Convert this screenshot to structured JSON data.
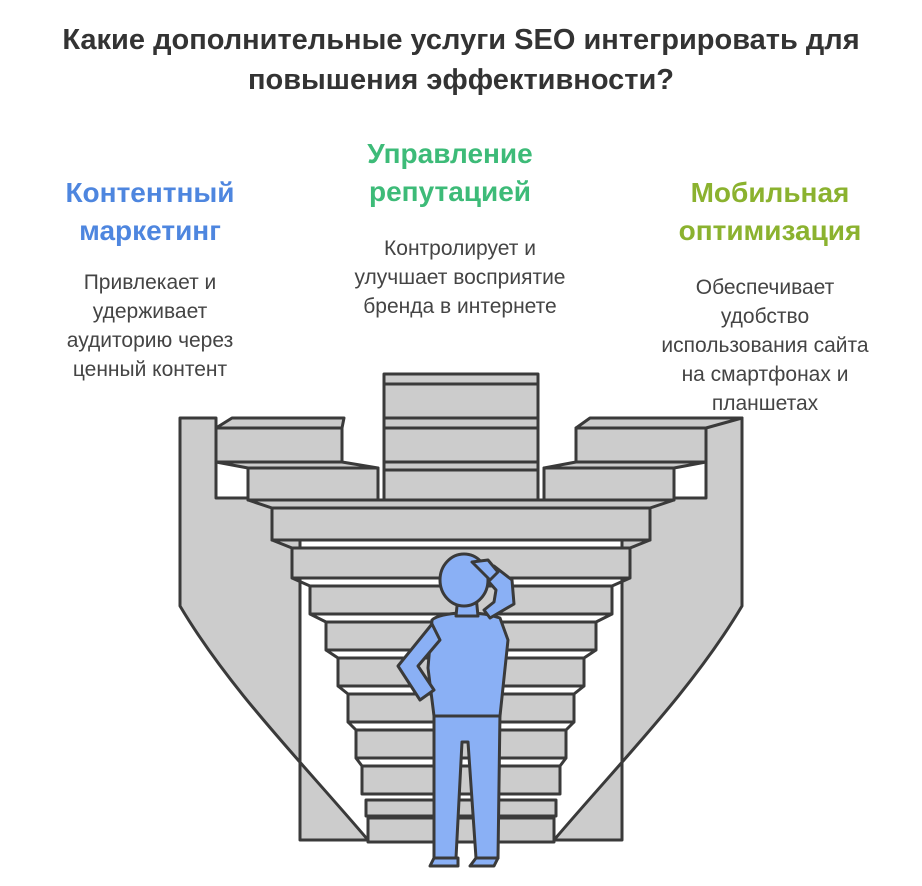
{
  "title_line1": "Какие дополнительные услуги SEO интегрировать для",
  "title_line2": "повышения эффективности?",
  "branches": [
    {
      "title_lines": [
        "Контентный",
        "маркетинг"
      ],
      "desc_lines": [
        "Привлекает и",
        "удерживает",
        "аудиторию через",
        "ценный контент"
      ],
      "color": "#4e86df"
    },
    {
      "title_lines": [
        "Управление",
        "репутацией"
      ],
      "desc_lines": [
        "Контролирует и",
        "улучшает восприятие",
        "бренда в интернете"
      ],
      "color": "#3dbb78"
    },
    {
      "title_lines": [
        "Мобильная",
        "оптимизация"
      ],
      "desc_lines": [
        "Обеспечивает",
        "удобство",
        "использования сайта",
        "на смартфонах и",
        "планшетах"
      ],
      "color": "#8bb22f"
    }
  ],
  "colors": {
    "stairs_fill": "#cccccc",
    "stairs_stroke": "#3a3a3a",
    "person_fill": "#8ab0f5"
  },
  "icons": [
    "staircase-illustration",
    "thinking-person-illustration"
  ]
}
